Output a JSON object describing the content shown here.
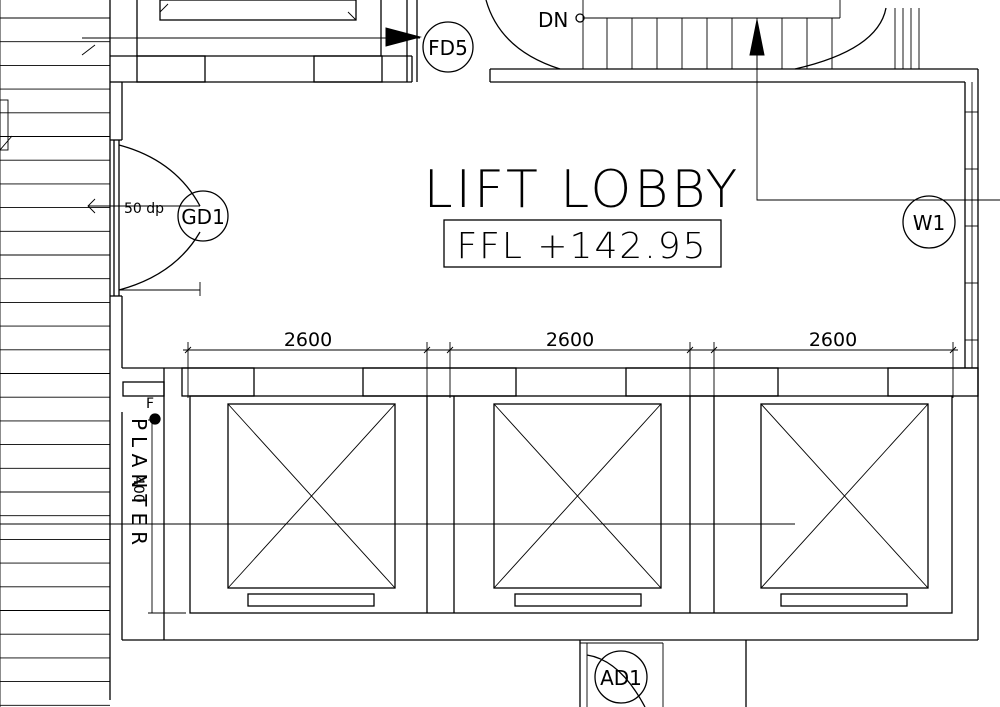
{
  "room": {
    "name": "LIFT LOBBY",
    "level": "FFL +142.95"
  },
  "dimensions": [
    "2600",
    "2600",
    "2600"
  ],
  "tags": {
    "fire_door": "FD5",
    "glass_door": "GD1",
    "window": "W1",
    "access_door": "AD1"
  },
  "annotations": {
    "stair_direction": "DN",
    "drain_pipe": "50 dp",
    "planter": "PLANTER",
    "planter_dim": "400",
    "fl_mark": "F"
  }
}
